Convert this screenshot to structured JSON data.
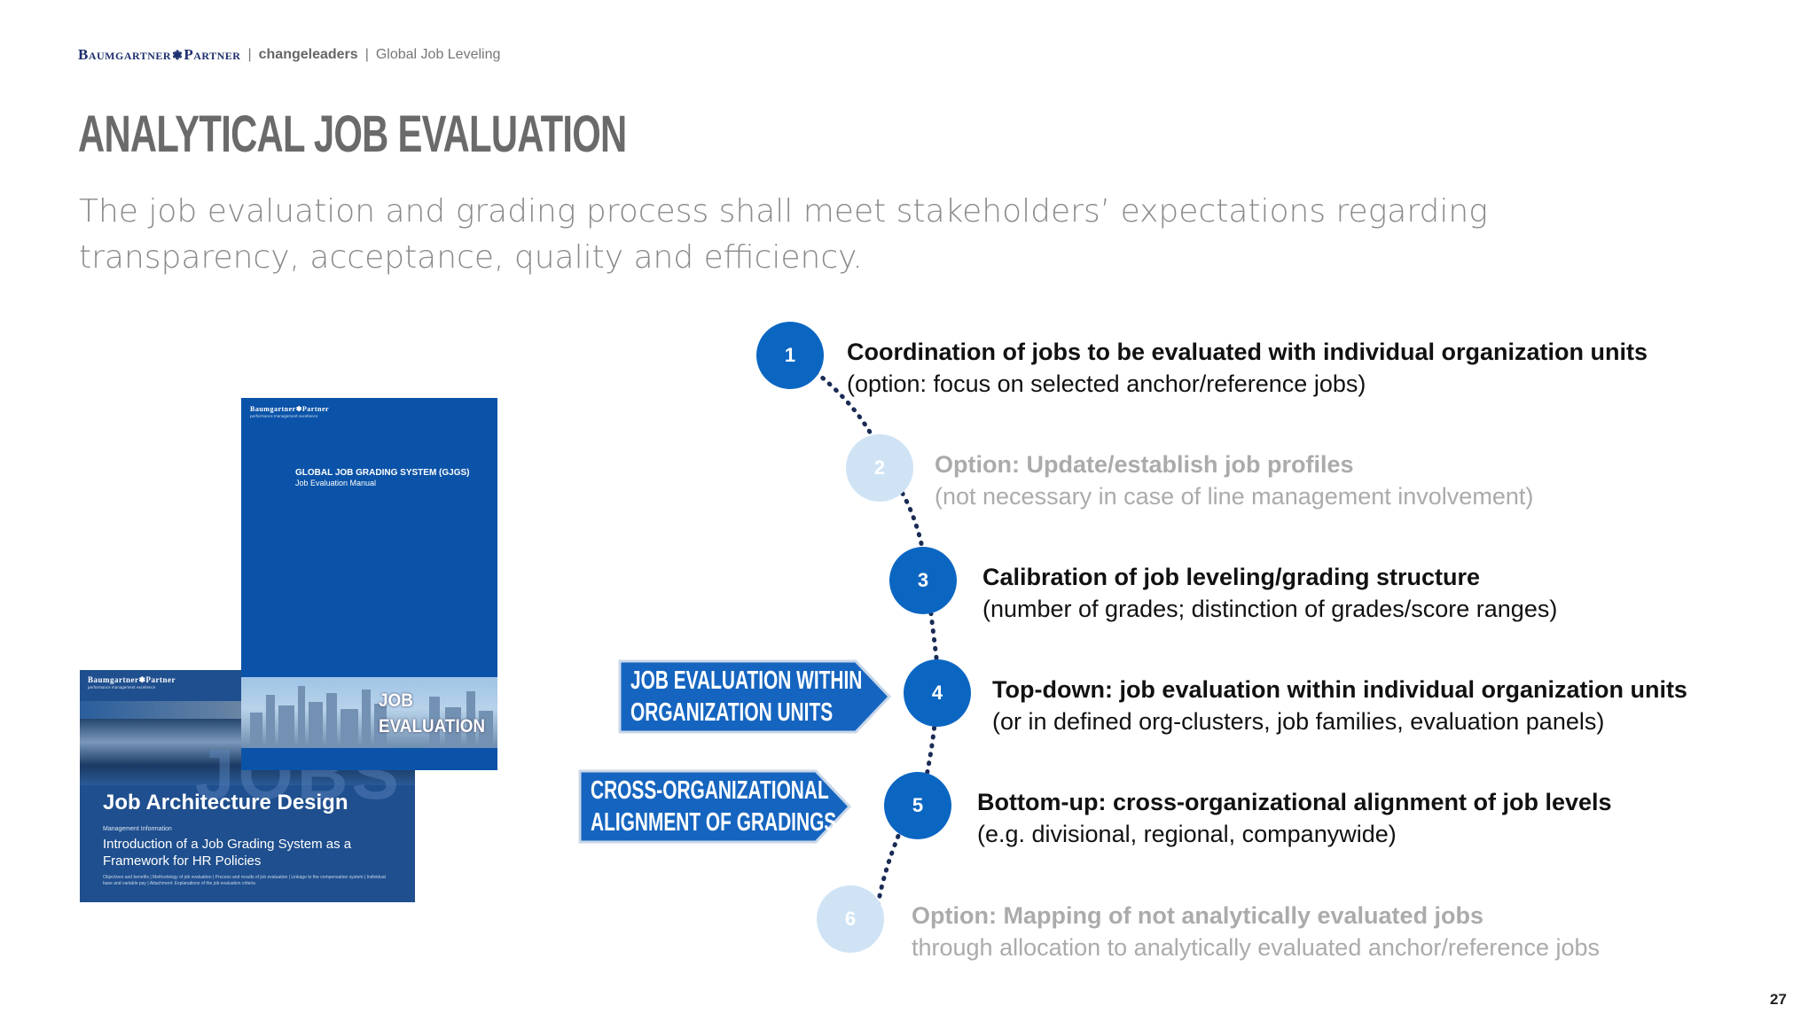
{
  "header": {
    "brand": "Baumgartner",
    "brand_sep_glyph": "❃",
    "brand_partner": "Partner",
    "changeleaders": "changeleaders",
    "section": "Global Job Leveling"
  },
  "title": "ANALYTICAL JOB EVALUATION",
  "subtitle": "The job evaluation and grading process shall meet stakeholders’ expectations regarding transparency, acceptance, quality and efficiency.",
  "books": {
    "front": {
      "logo": "Baumgartner❃Partner",
      "logo_sub": "performance management excellence",
      "title": "GLOBAL JOB GRADING SYSTEM (GJGS)",
      "subtitle": "Job Evaluation Manual",
      "tag_line1": "JOB",
      "tag_line2": "EVALUATION"
    },
    "back": {
      "logo": "Baumgartner❃Partner",
      "logo_sub": "performance management excellence",
      "bg_word": "JOBS",
      "heading": "Job Architecture Design",
      "meta": "Management Information",
      "desc": "Introduction of a Job Grading System as a Framework for HR Policies",
      "fine": "Objectives and benefits | Methodology of job evaluation | Process and results of job evaluation | Linkage to the compensation system | Individual base and variable pay | Attachment: Explanations of the job evaluation criteria"
    }
  },
  "arrows": [
    {
      "line1": "JOB EVALUATION WITHIN",
      "line2": "ORGANIZATION UNITS"
    },
    {
      "line1": "CROSS-ORGANIZATIONAL",
      "line2": "ALIGNMENT OF GRADINGS"
    }
  ],
  "steps": [
    {
      "num": "1",
      "title": "Coordination of jobs to be evaluated with individual organization units",
      "detail": "(option: focus on selected anchor/reference jobs)",
      "active": true
    },
    {
      "num": "2",
      "title": "Option: Update/establish job profiles",
      "detail": "(not necessary in case of line management involvement)",
      "active": false
    },
    {
      "num": "3",
      "title": "Calibration of job leveling/grading structure",
      "detail": "(number of grades; distinction of grades/score ranges)",
      "active": true
    },
    {
      "num": "4",
      "title": "Top-down: job evaluation within individual organization units",
      "detail": "(or in defined org-clusters, job families, evaluation panels)",
      "active": true
    },
    {
      "num": "5",
      "title": "Bottom-up: cross-organizational alignment of job levels",
      "detail": "(e.g. divisional, regional, companywide)",
      "active": true
    },
    {
      "num": "6",
      "title": "Option: Mapping of not analytically evaluated jobs",
      "detail": "through allocation to analytically evaluated anchor/reference jobs",
      "active": false
    }
  ],
  "colors": {
    "accent": "#0b66c2",
    "inactive": "#cfe3f5",
    "arrow": "#1565c0"
  },
  "page_number": "27"
}
